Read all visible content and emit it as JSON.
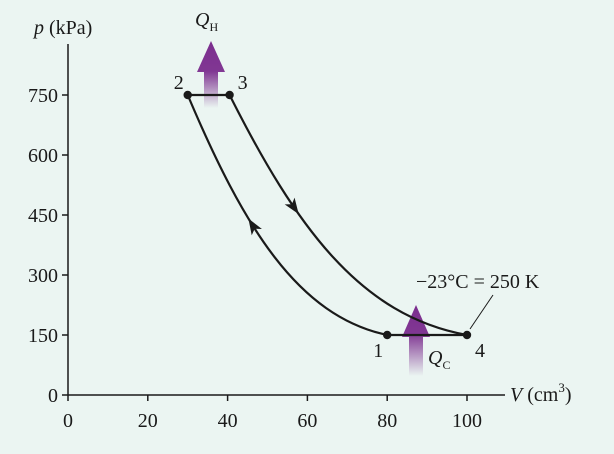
{
  "chart_data": {
    "type": "line",
    "xlabel": {
      "var": "V",
      "unit": "(cm",
      "sup": "3",
      "close": ")"
    },
    "ylabel": {
      "var": "p",
      "unit": "(kPa)"
    },
    "xlim": [
      0,
      110
    ],
    "ylim": [
      0,
      850
    ],
    "xticks": [
      {
        "v": 0,
        "label": "0"
      },
      {
        "v": 20,
        "label": "20"
      },
      {
        "v": 40,
        "label": "40"
      },
      {
        "v": 60,
        "label": "60"
      },
      {
        "v": 80,
        "label": "80"
      },
      {
        "v": 100,
        "label": "100"
      }
    ],
    "yticks": [
      {
        "v": 0,
        "label": "0"
      },
      {
        "v": 150,
        "label": "150"
      },
      {
        "v": 300,
        "label": "300"
      },
      {
        "v": 450,
        "label": "450"
      },
      {
        "v": 600,
        "label": "600"
      },
      {
        "v": 750,
        "label": "750"
      }
    ],
    "points": [
      {
        "label": "1",
        "V": 80,
        "p": 150
      },
      {
        "label": "2",
        "V": 30,
        "p": 750
      },
      {
        "label": "3",
        "V": 40.5,
        "p": 750
      },
      {
        "label": "4",
        "V": 100,
        "p": 150
      }
    ],
    "processes": [
      {
        "from": "1",
        "to": "2",
        "type": "adiabatic"
      },
      {
        "from": "2",
        "to": "3",
        "type": "isobaric"
      },
      {
        "from": "3",
        "to": "4",
        "type": "adiabatic"
      },
      {
        "from": "4",
        "to": "1",
        "type": "isobaric"
      }
    ],
    "heat_labels": {
      "hot": {
        "q": "Q",
        "sub": "H"
      },
      "cold": {
        "q": "Q",
        "sub": "C"
      }
    },
    "annotation": "−23°C = 250 K"
  },
  "colors": {
    "background": "#ebf5f2",
    "curve": "#1a1a1a",
    "heat_arrow": "#7b2d8e"
  }
}
